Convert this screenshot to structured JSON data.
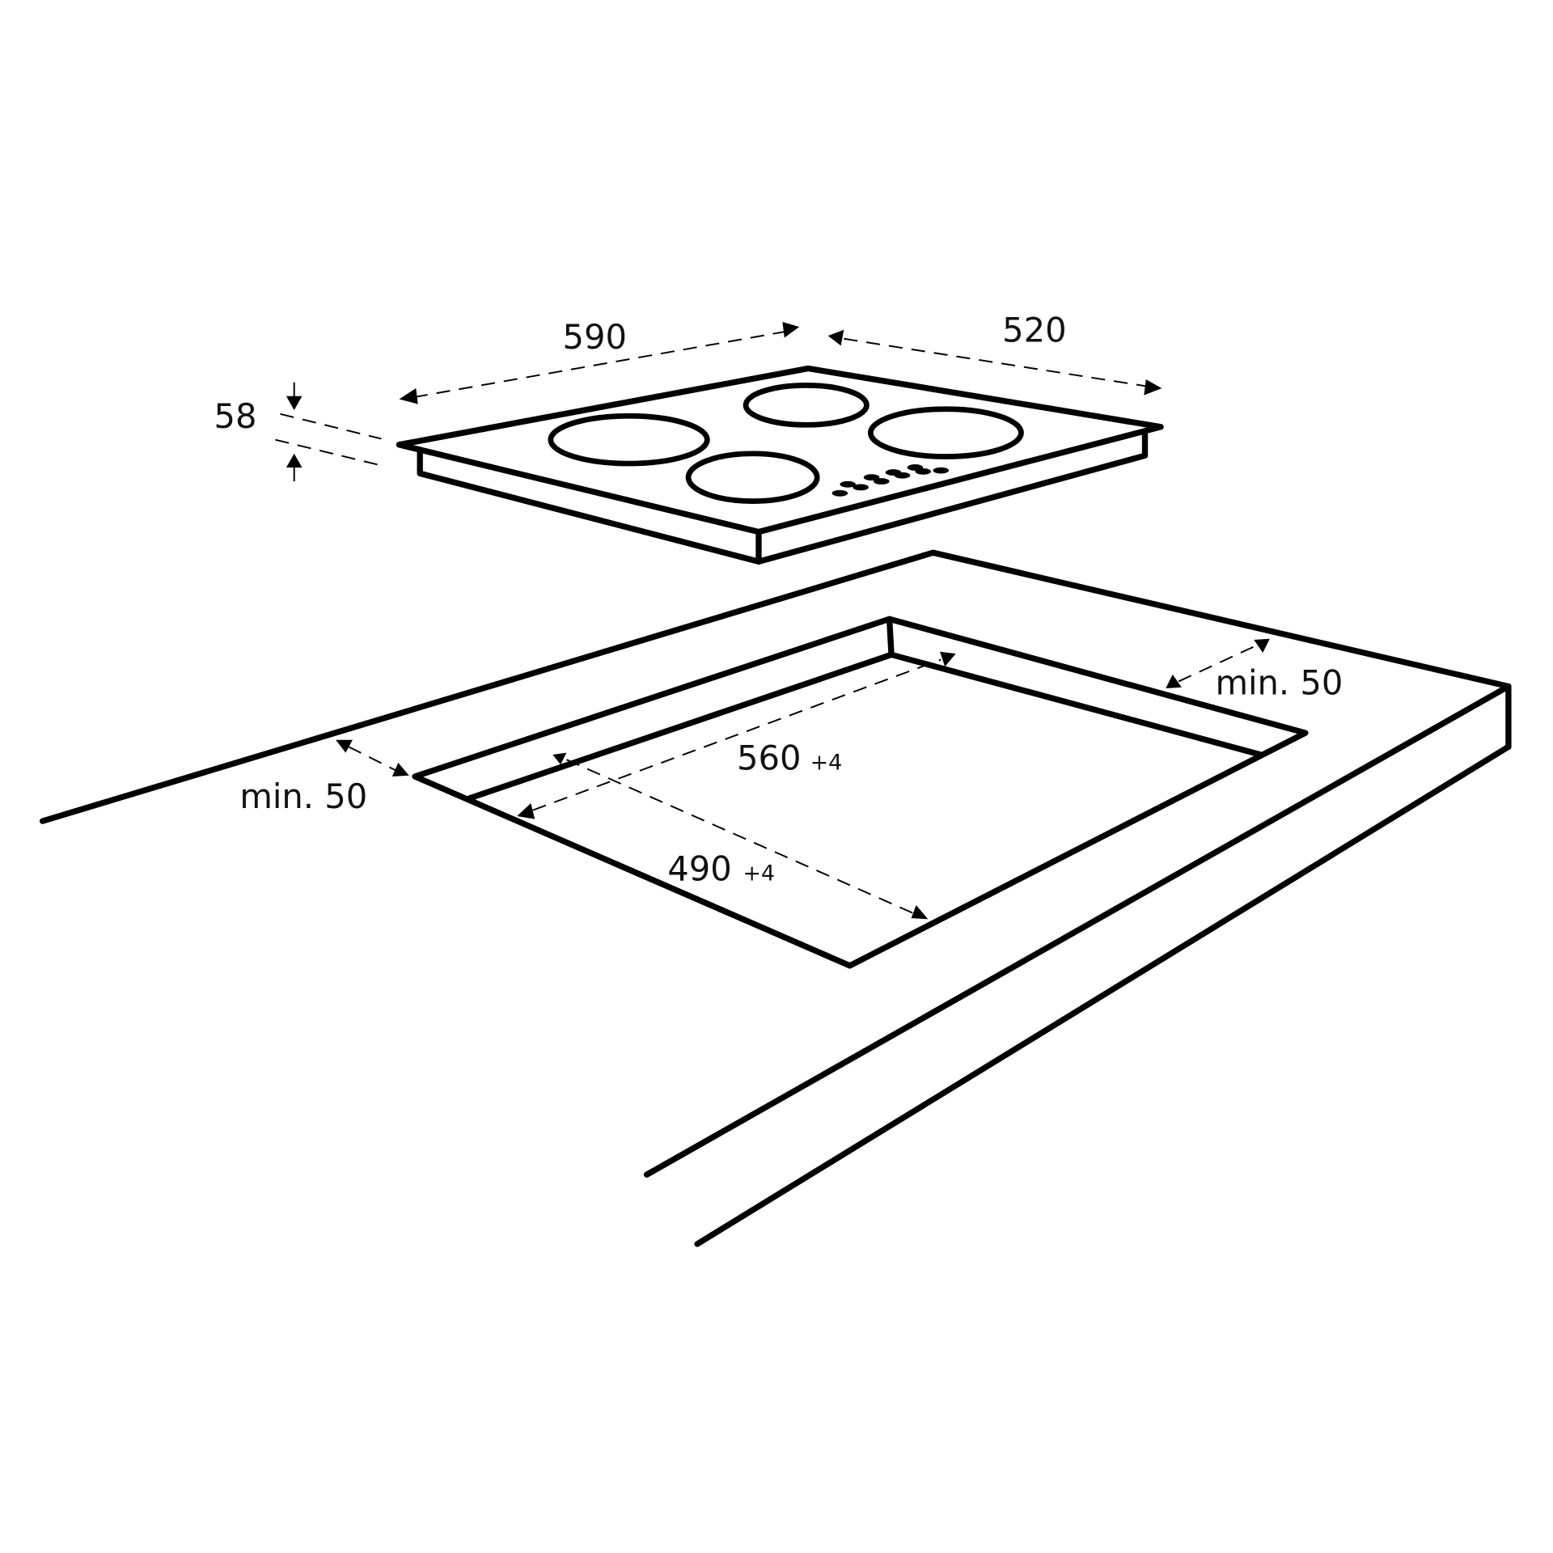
{
  "diagram": {
    "subject": "Built-in cooktop installation dimensions",
    "units": "mm",
    "colors": {
      "line": "#000000",
      "background": "#ffffff"
    },
    "hob": {
      "width_label": "590",
      "depth_label": "520",
      "height_label": "58",
      "zones": [
        "front-left-zone",
        "front-right-zone",
        "rear-left-zone",
        "rear-right-zone"
      ],
      "control_dots": 10
    },
    "cutout": {
      "width_label": "560",
      "width_tolerance": "+4",
      "depth_label": "490",
      "depth_tolerance": "+4"
    },
    "clearances": {
      "front_label": "min. 50",
      "rear_label": "min. 50"
    }
  }
}
